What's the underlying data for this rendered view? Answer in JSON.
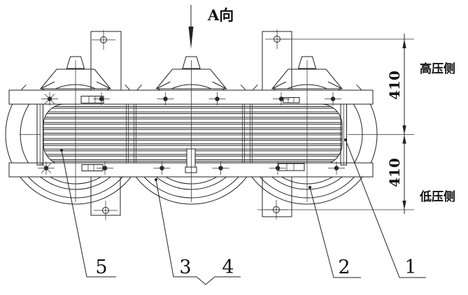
{
  "drawing": {
    "view_label": "A向",
    "dimension_top": "410",
    "dimension_bottom": "410",
    "side_high_voltage": "高压侧",
    "side_low_voltage": "低压侧",
    "parts": {
      "p1": "1",
      "p2": "2",
      "p3": "3",
      "p4": "4",
      "p5": "5"
    },
    "colors": {
      "line": "#222222",
      "thin_line": "#333333",
      "background": "#ffffff"
    }
  }
}
